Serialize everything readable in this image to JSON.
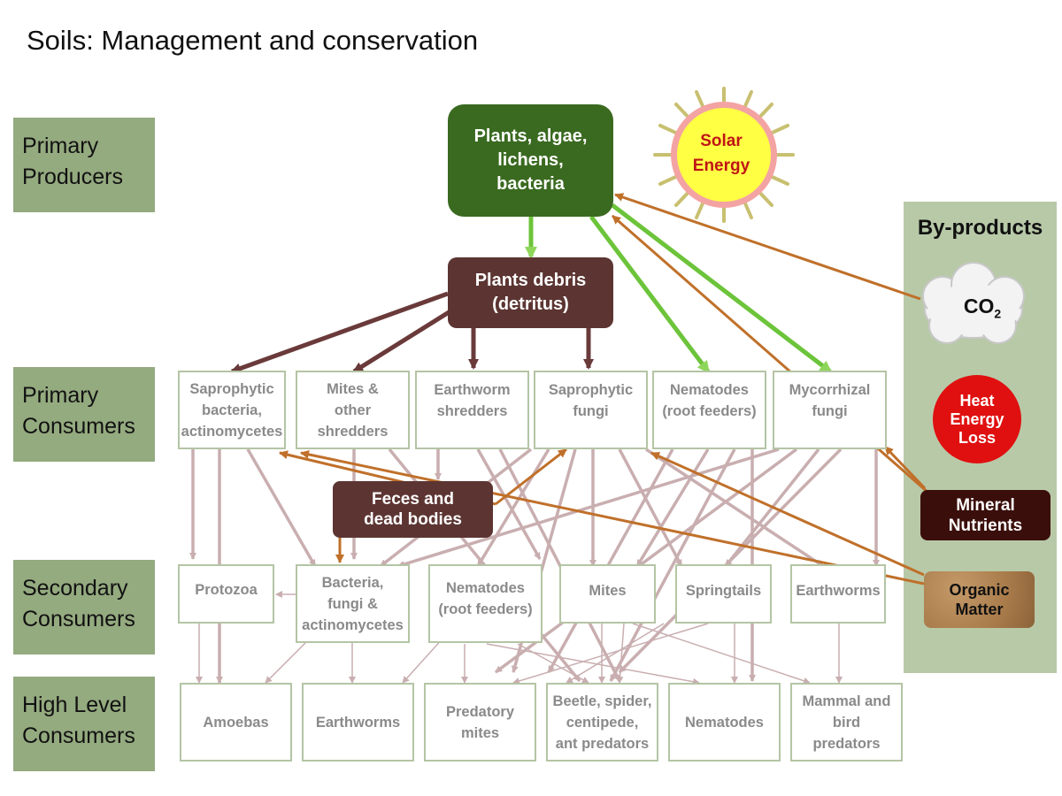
{
  "page": {
    "title": "Soils: Management and conservation"
  },
  "levels": {
    "primary_producers": "Primary\nProducers",
    "primary_consumers": "Primary\nConsumers",
    "secondary_consumers": "Secondary\nConsumers",
    "high_level_consumers": "High Level\nConsumers"
  },
  "nodes": {
    "plants": "Plants, algae,\nlichens,\nbacteria",
    "solar_energy": "Solar\nEnergy",
    "plants_debris": "Plants debris\n(detritus)",
    "feces": "Feces and\ndead bodies",
    "primary": [
      "Saprophytic\nbacteria,\nactinomycetes",
      "Mites &\nother\nshredders",
      "Earthworm\nshredders",
      "Saprophytic\nfungi",
      "Nematodes\n(root feeders)",
      "Mycorrhizal\nfungi"
    ],
    "secondary": [
      "Protozoa",
      "Bacteria,\nfungi &\nactinomycetes",
      "Nematodes\n(root feeders)",
      "Mites",
      "Springtails",
      "Earthworms"
    ],
    "high": [
      "Amoebas",
      "Earthworms",
      "Predatory\nmites",
      "Beetle, spider,\ncentipede,\nant predators",
      "Nematodes",
      "Mammal and\nbird\npredators"
    ]
  },
  "byproducts": {
    "title": "By-products",
    "co2": "CO",
    "co2_sub": "2",
    "heat": "Heat\nEnergy\nLoss",
    "mineral": "Mineral\nNutrients",
    "organic": "Organic\nMatter"
  },
  "colors": {
    "level_bg": "#94aa7f",
    "byproducts_bg": "#b8c9a8",
    "plants_bg": "#3a6a20",
    "debris_bg": "#5c3532",
    "green_arrow": "#6cc43a",
    "brown_arrow": "#c0702a",
    "food_web_arrow": "#c9aeb0",
    "box_border": "#b4c5a4",
    "heat_red": "#e01010",
    "sun_yellow": "#ffff44"
  }
}
